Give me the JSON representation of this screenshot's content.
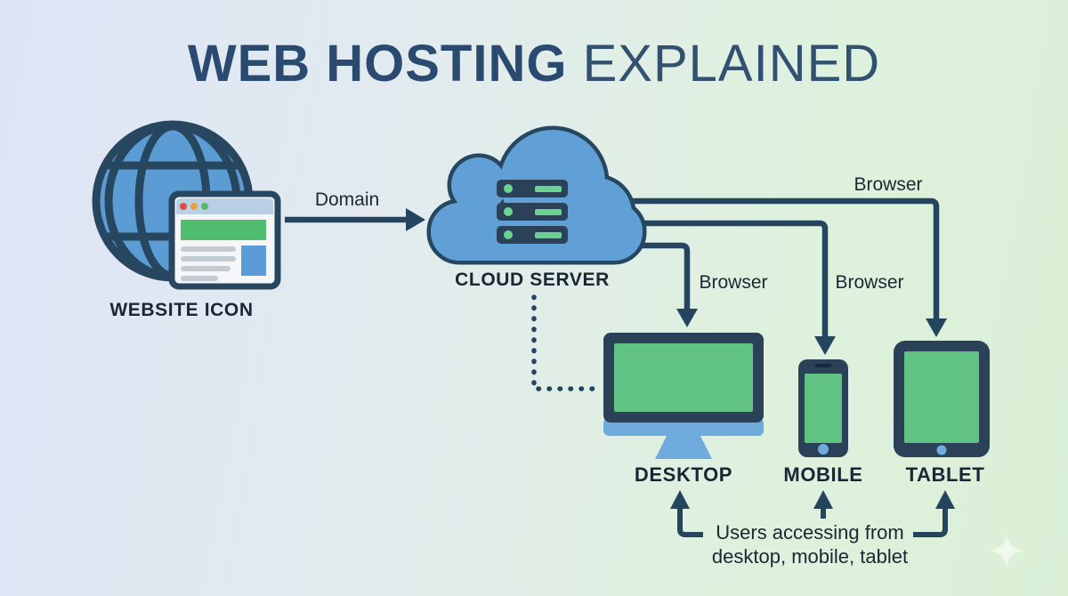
{
  "title": {
    "bold": "WEB HOSTING",
    "light": " EXPLAINED"
  },
  "nodes": {
    "website": {
      "label": "WEBSITE ICON",
      "icon": "globe-with-browser-window-icon"
    },
    "cloud": {
      "label": "CLOUD SERVER",
      "icon": "cloud-server-icon"
    },
    "desktop": {
      "label": "DESKTOP",
      "icon": "desktop-monitor-icon"
    },
    "mobile": {
      "label": "MOBILE",
      "icon": "smartphone-icon"
    },
    "tablet": {
      "label": "TABLET",
      "icon": "tablet-icon"
    }
  },
  "edges": {
    "domain": {
      "label": "Domain",
      "from": "website",
      "to": "cloud"
    },
    "browser_tablet": {
      "label": "Browser",
      "from": "cloud",
      "to": "tablet"
    },
    "browser_mobile": {
      "label": "Browser",
      "from": "cloud",
      "to": "mobile"
    },
    "browser_desktop": {
      "label": "Browser",
      "from": "cloud",
      "to": "desktop"
    },
    "dotted_link": {
      "from": "cloud",
      "to": "desktop",
      "style": "dotted"
    }
  },
  "note": {
    "line1": "Users accessing from",
    "line2": "desktop, mobile, tablet"
  },
  "colors": {
    "background_left": "#dde4f7",
    "background_right": "#dbf0d7",
    "title_navy": "#2a4a70",
    "outline_navy": "#274760",
    "line_navy": "#25455e",
    "fill_blue": "#61a0d6",
    "accent_light_blue": "#6fabdd",
    "screen_green": "#60c283",
    "led_green": "#6bd294",
    "device_body_navy": "#2b4157",
    "text_dark": "#1c2733",
    "browser_chrome": "#b9cfe6",
    "dot_red": "#e14b4b",
    "dot_yellow": "#e8a33d",
    "dot_green": "#57bb63",
    "sparkle_white": "#f2f9f0"
  }
}
